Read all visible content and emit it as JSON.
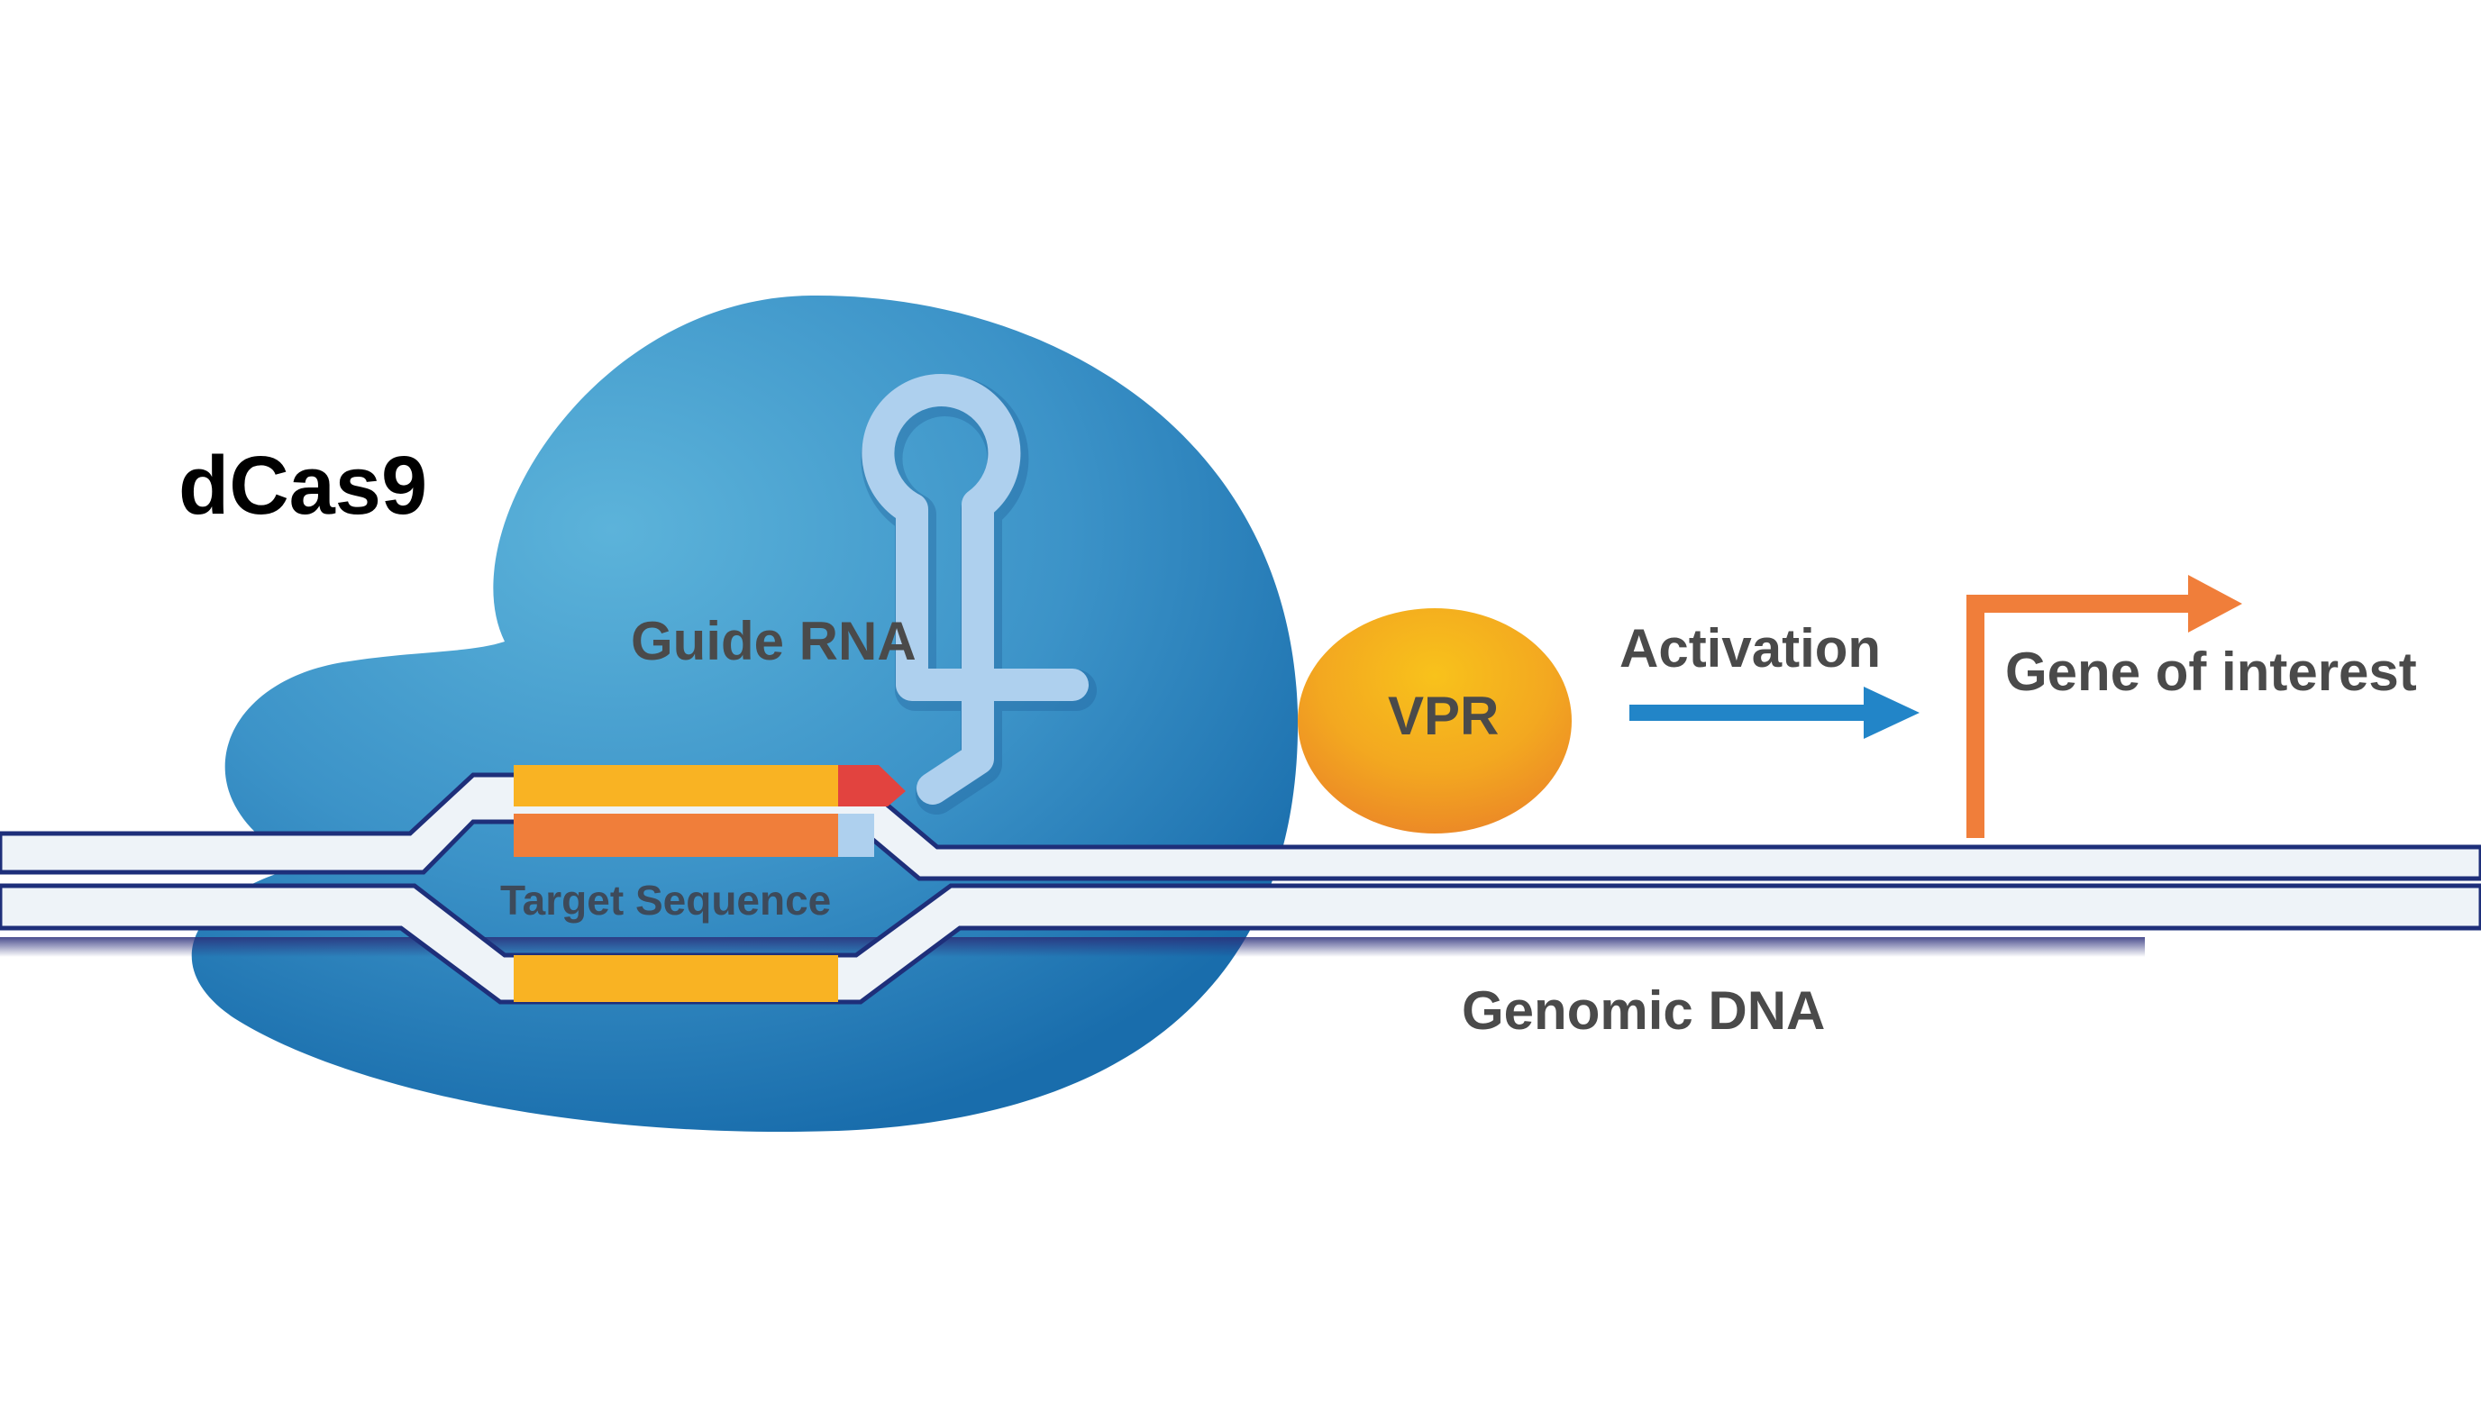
{
  "labels": {
    "protein": "dCas9",
    "guide_rna": "Guide RNA",
    "target_sequence": "Target Sequence",
    "activator": "VPR",
    "activation": "Activation",
    "gene": "Gene of interest",
    "dna": "Genomic DNA"
  },
  "colors": {
    "background": "#ffffff",
    "protein_light": "#55acd4",
    "protein_dark": "#1a6fad",
    "dna_strand": "#eef3f8",
    "dna_outline": "#1e2f7a",
    "guide_rna": "#aed0ee",
    "target_yellow": "#f9b323",
    "target_orange": "#f07e3a",
    "pam_red": "#e2433f",
    "vpr_light": "#f7bb1e",
    "vpr_dark": "#ee9025",
    "activation_arrow": "#2285c8",
    "gene_arrow": "#f07e3a",
    "protein_label": "#000000",
    "text_label": "#4a4a4a"
  },
  "icons": {
    "activation": "right-arrow",
    "gene": "bent-arrow-promoter"
  }
}
